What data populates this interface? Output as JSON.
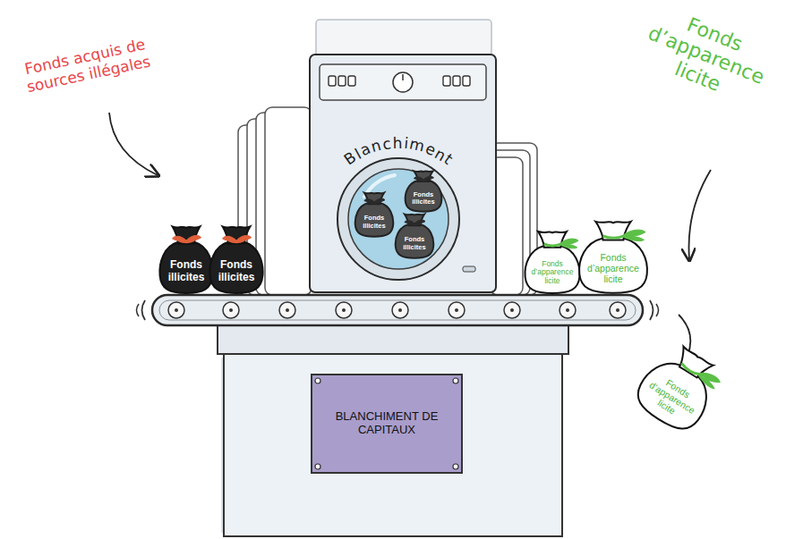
{
  "diagram": {
    "nodes": [
      {
        "text": [
          "Fonds illicites"
        ]
      },
      {
        "text": [
          "Fonds illicites"
        ]
      },
      {
        "text": [
          "Blanchiment"
        ]
      },
      {
        "text": [
          "Fonds illicites"
        ],
        "in": 2
      },
      {
        "text": [
          "Fonds illicites"
        ],
        "in": 2
      },
      {
        "text": [
          "Fonds illicites"
        ],
        "in": 2
      },
      {
        "text": [
          "Fonds d’apparence licite"
        ]
      },
      {
        "text": [
          "Fonds d’apparence licite"
        ]
      },
      {
        "text": [
          "Fonds d’apparence licite"
        ]
      },
      {
        "text": [
          "BLANCHIMENT DE CAPITAUX"
        ]
      }
    ],
    "labels": [
      "Fonds acquis de sources illégales",
      "Fonds d’apparence licite"
    ]
  }
}
